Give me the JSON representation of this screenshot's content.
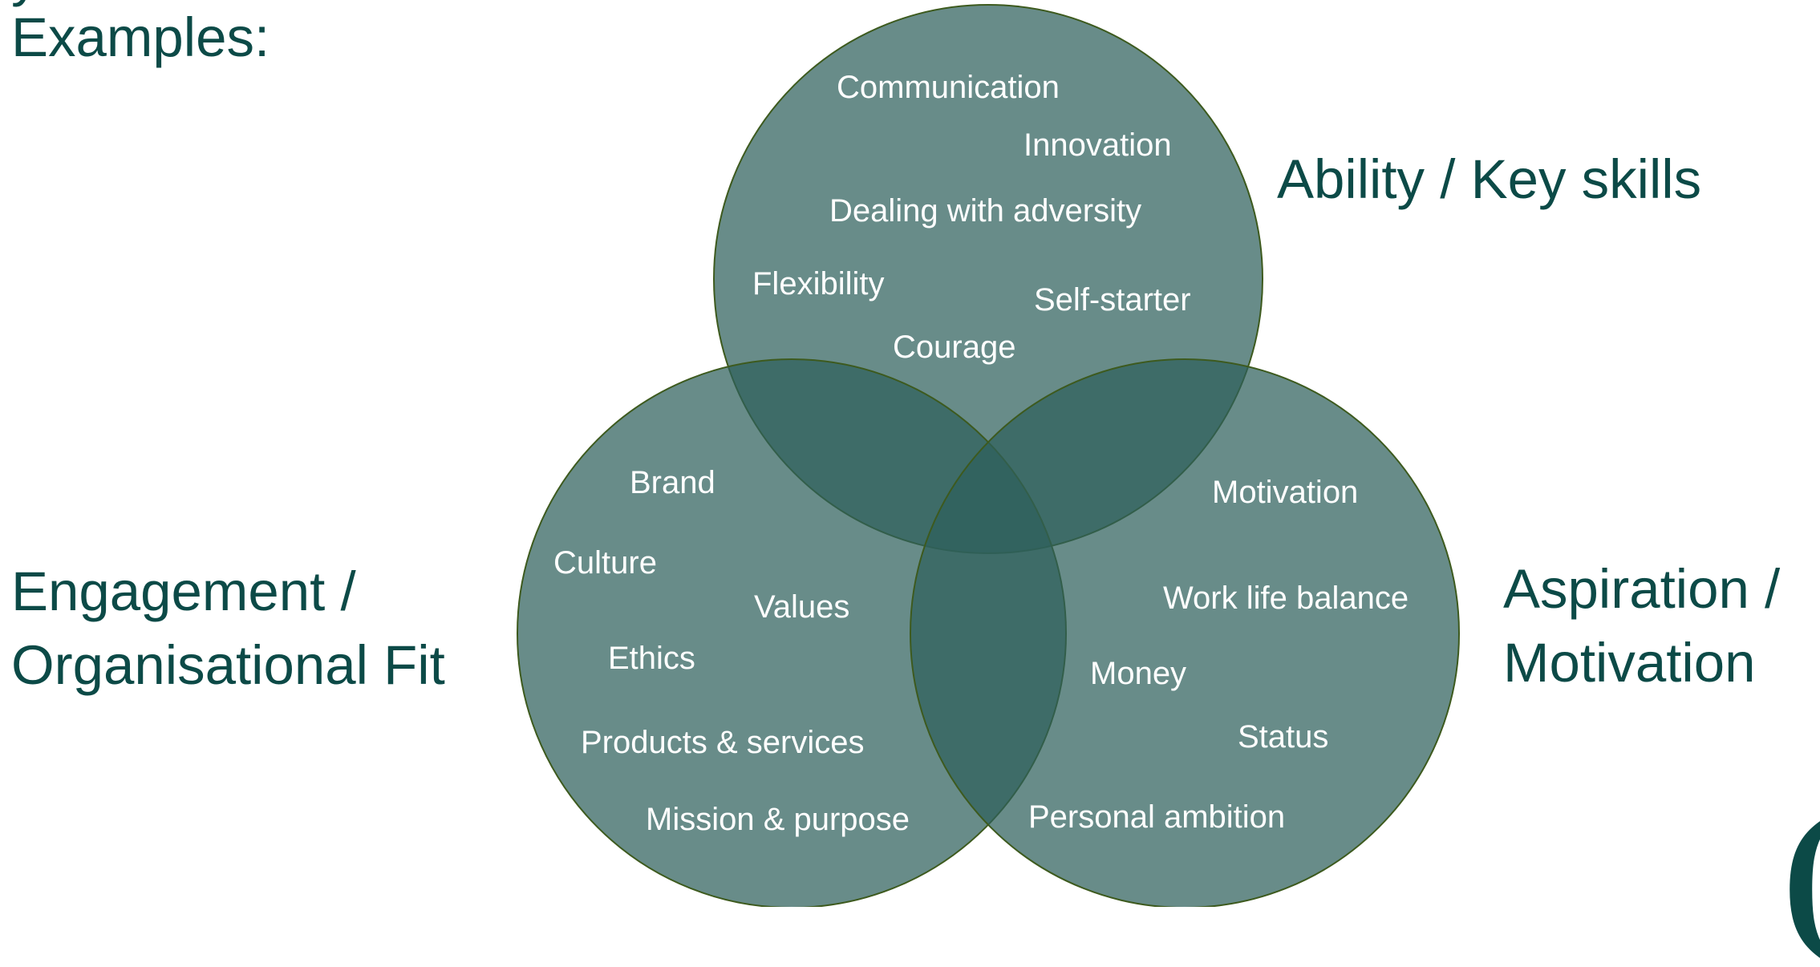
{
  "examples_label": "Examples:",
  "cutoff_text": "y",
  "set_labels": {
    "top": "Ability / Key skills",
    "left_line1": "Engagement /",
    "left_line2": "Organisational Fit",
    "right_line1": "Aspiration /",
    "right_line2": "Motivation"
  },
  "top_items": [
    "Communication",
    "Innovation",
    "Dealing with adversity",
    "Flexibility",
    "Self-starter",
    "Courage"
  ],
  "left_items": [
    "Brand",
    "Culture",
    "Values",
    "Ethics",
    "Products & services",
    "Mission & purpose"
  ],
  "right_items": [
    "Motivation",
    "Work life balance",
    "Money",
    "Status",
    "Personal ambition"
  ],
  "colors": {
    "circle_fill": "#2e5f5b",
    "circle_stroke": "#3d5a1e",
    "heading_text": "#0c4a47",
    "item_text": "#ffffff"
  }
}
